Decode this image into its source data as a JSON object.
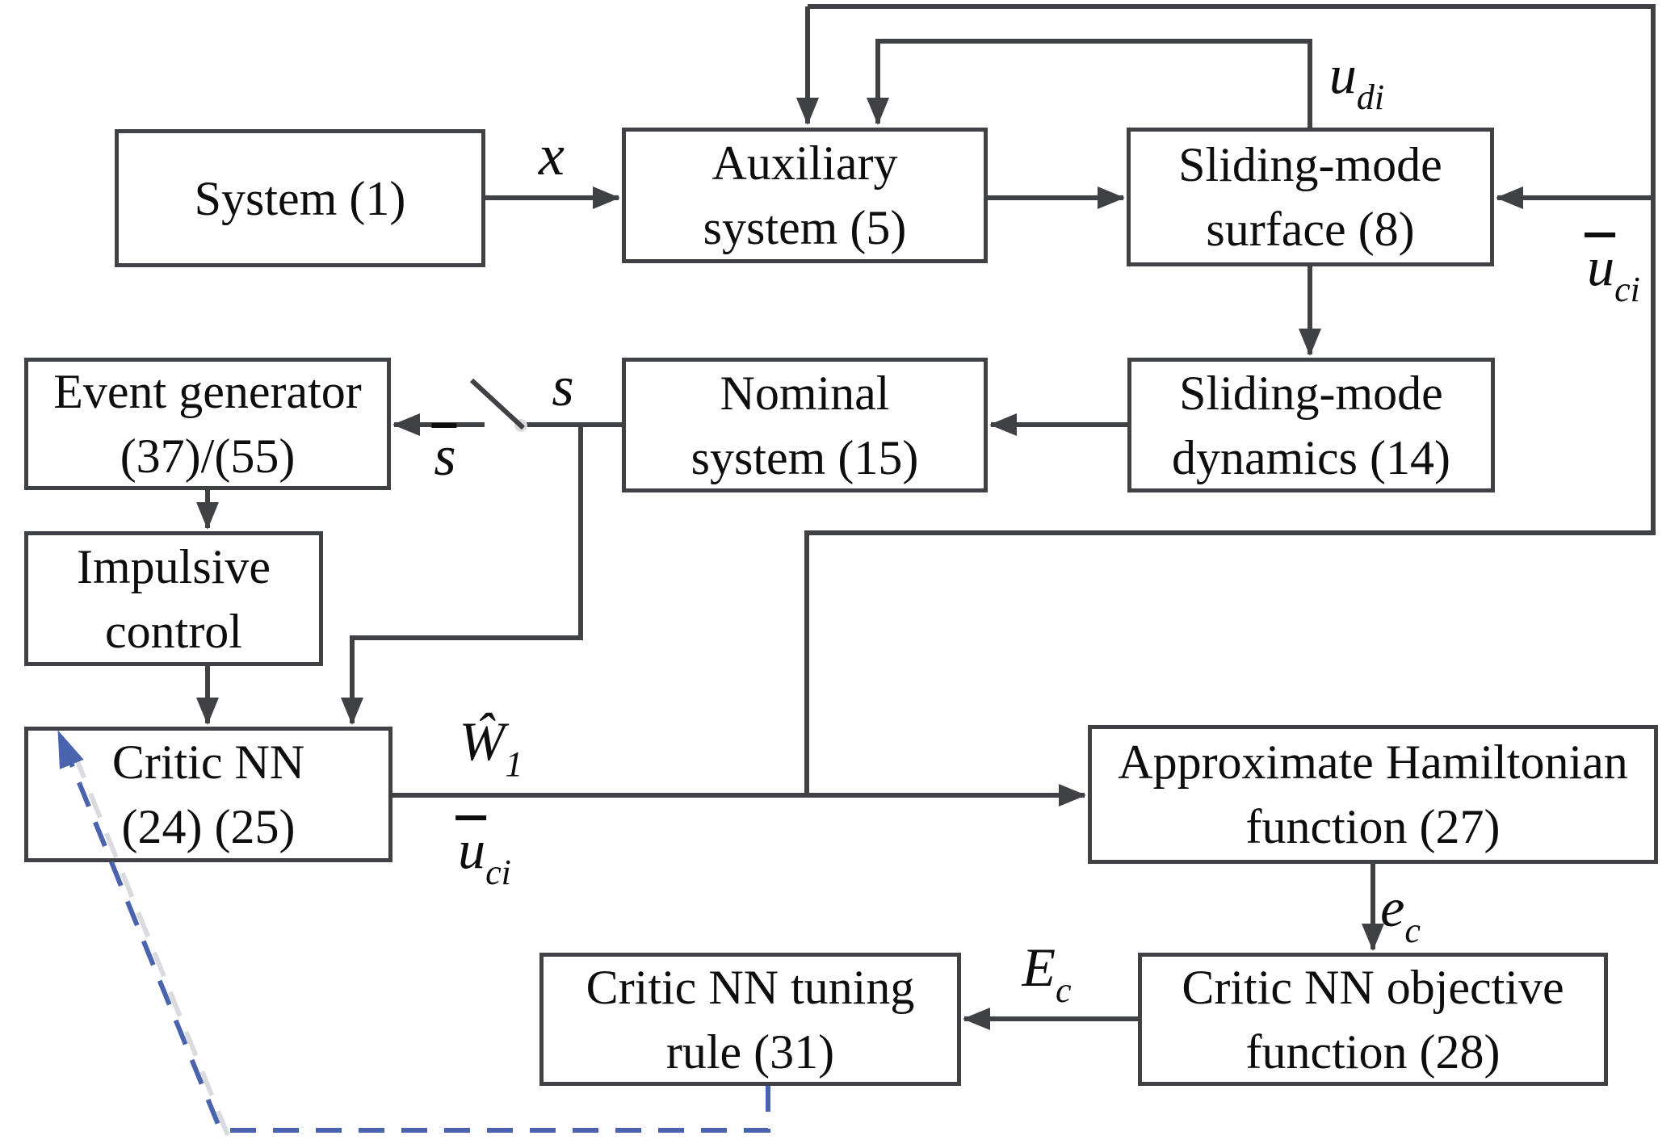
{
  "diagram": {
    "boxes": {
      "system": {
        "line1": "System (1)",
        "line2": ""
      },
      "auxiliary": {
        "line1": "Auxiliary",
        "line2": "system (5)"
      },
      "surface": {
        "line1": "Sliding-mode",
        "line2": "surface (8)"
      },
      "event_generator": {
        "line1": "Event generator",
        "line2": "(37)/(55)"
      },
      "nominal": {
        "line1": "Nominal",
        "line2": "system (15)"
      },
      "dynamics": {
        "line1": "Sliding-mode",
        "line2": "dynamics (14)"
      },
      "impulsive": {
        "line1": "Impulsive",
        "line2": "control"
      },
      "critic": {
        "line1": "Critic NN",
        "line2": "(24) (25)"
      },
      "hamiltonian": {
        "line1": "Approximate Hamiltonian",
        "line2": "function (27)"
      },
      "objective": {
        "line1": "Critic NN objective",
        "line2": "function (28)"
      },
      "tuning": {
        "line1": "Critic NN tuning",
        "line2": "rule (31)"
      }
    },
    "signals": {
      "x": {
        "main": "x",
        "sub": ""
      },
      "u_di": {
        "main": "u",
        "sub": "di"
      },
      "u_ci_top": {
        "main": "u",
        "sub": "ci"
      },
      "s": {
        "main": "s",
        "sub": ""
      },
      "s_bar": {
        "main": "s",
        "sub": ""
      },
      "w_hat": {
        "main": "Ŵ",
        "sub": "1"
      },
      "u_ci_out": {
        "main": "u",
        "sub": "ci"
      },
      "e_c": {
        "main": "e",
        "sub": "c"
      },
      "E_c": {
        "main": "E",
        "sub": "c"
      }
    },
    "colors": {
      "line": "#3f4145",
      "text": "#0d0d0d",
      "dashed_feedback": "#4a63ae",
      "dashed_shadow": "#d9dbe0",
      "background": "#ffffff"
    }
  }
}
